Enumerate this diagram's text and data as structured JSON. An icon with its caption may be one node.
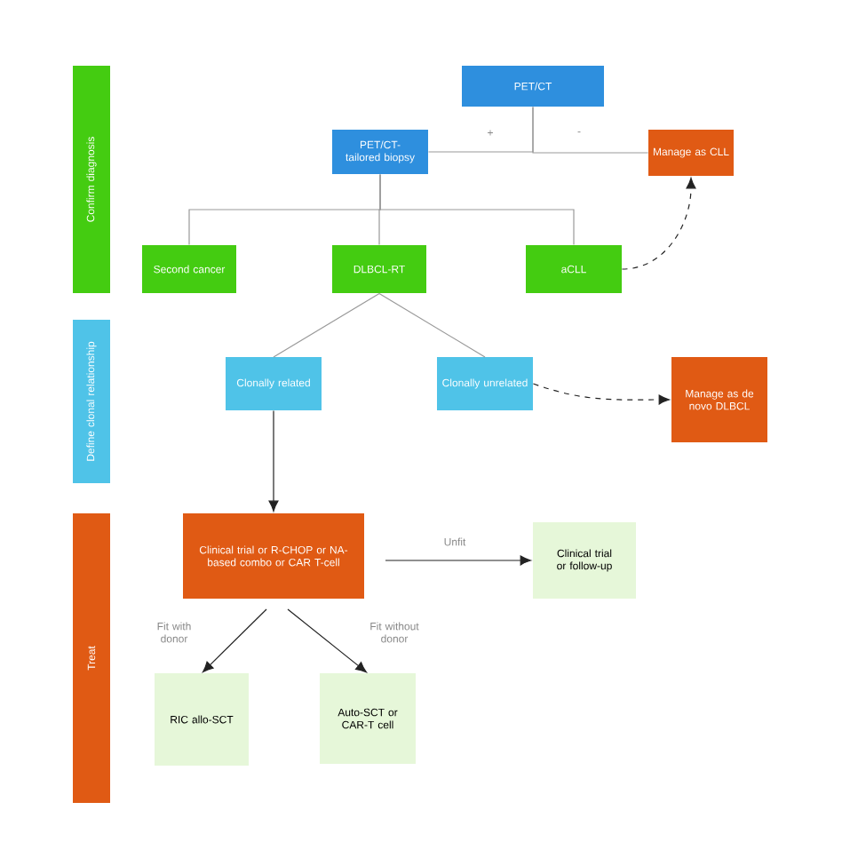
{
  "diagram": {
    "nodes": [
      {
        "text": [
          "Confirm diagnosis"
        ]
      },
      {
        "text": [
          "Define clonal relationship"
        ]
      },
      {
        "text": [
          "Treat"
        ]
      },
      {
        "text": [
          "PET/CT"
        ]
      },
      {
        "text": [
          "PET/CT-tailored biopsy"
        ]
      },
      {
        "text": [
          "Manage as CLL"
        ]
      },
      {
        "text": [
          "Second cancer"
        ]
      },
      {
        "text": [
          "DLBCL-RT"
        ]
      },
      {
        "text": [
          "aCLL"
        ]
      },
      {
        "text": [
          "Clonally related"
        ]
      },
      {
        "text": [
          "Clonally unrelated"
        ]
      },
      {
        "text": [
          "Manage as de novo DLBCL"
        ]
      },
      {
        "text": [
          "Clinical trial or R-CHOP or NA-based combo or CAR T-cell"
        ]
      },
      {
        "text": [
          "Clinical trial or follow-up"
        ]
      },
      {
        "text": [
          "RIC allo-SCT"
        ]
      },
      {
        "text": [
          "Auto-SCT or CAR-T cell"
        ]
      }
    ],
    "edges": [
      {
        "from": 3,
        "to": 4,
        "arrow": "none",
        "label": "+"
      },
      {
        "from": 3,
        "to": 5,
        "arrow": "none",
        "label": "-"
      },
      {
        "from": 4,
        "to": 6,
        "arrow": "none"
      },
      {
        "from": 4,
        "to": 7,
        "arrow": "none"
      },
      {
        "from": 4,
        "to": 8,
        "arrow": "none"
      },
      {
        "from": 8,
        "to": 5,
        "arrow": "to",
        "style": "dashed",
        "color": "#222222"
      },
      {
        "from": 7,
        "to": 9,
        "arrow": "none"
      },
      {
        "from": 7,
        "to": 10,
        "arrow": "none"
      },
      {
        "from": 10,
        "to": 11,
        "arrow": "to",
        "style": "dashed",
        "color": "#222222"
      },
      {
        "from": 9,
        "to": 12,
        "arrow": "to",
        "color": "#222222"
      },
      {
        "from": 12,
        "to": 13,
        "arrow": "to",
        "label": "Unfit",
        "color": "#222222"
      },
      {
        "from": 12,
        "to": 14,
        "arrow": "to",
        "label": "Fit with donor",
        "color": "#222222"
      },
      {
        "from": 12,
        "to": 15,
        "arrow": "to",
        "label": "Fit without donor",
        "color": "#222222"
      }
    ]
  }
}
